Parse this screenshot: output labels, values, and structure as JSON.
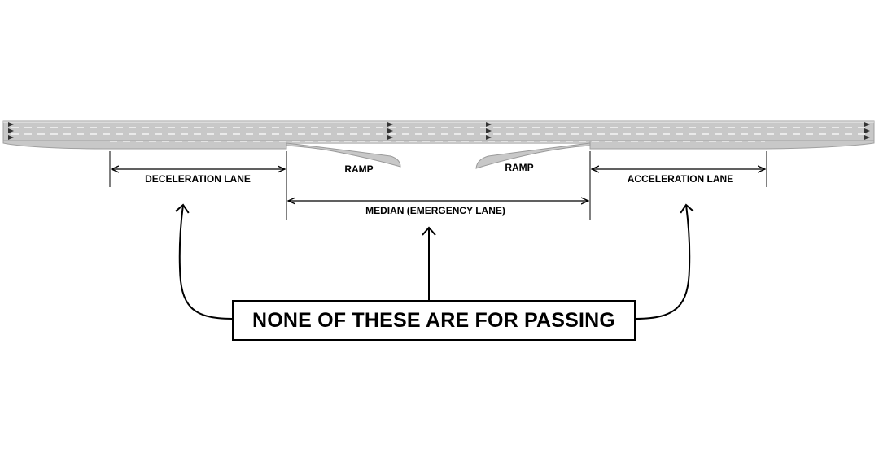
{
  "labels": {
    "deceleration": "DECELERATION LANE",
    "acceleration": "ACCELERATION LANE",
    "median": "MEDIAN (EMERGENCY LANE)",
    "ramp_left": "RAMP",
    "ramp_right": "RAMP",
    "callout": "NONE OF THESE ARE FOR PASSING"
  },
  "colors": {
    "road": "#c8c8c8",
    "road_edge": "#9a9a9a",
    "lane_marking": "#ffffff",
    "line": "#000000"
  },
  "icons": {
    "lane_arrow": "triangle-right-icon"
  }
}
